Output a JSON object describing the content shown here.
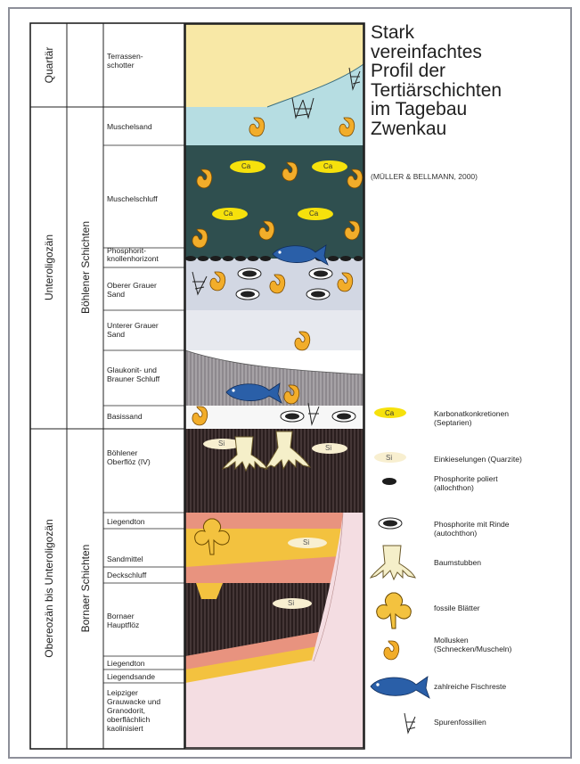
{
  "title_lines": [
    "Stark",
    "vereinfachtes",
    "Profil der",
    "Tertiärschichten",
    "im Tagebau",
    "Zwenkau"
  ],
  "source": "(MÜLLER & BELLMANN, 2000)",
  "epochs": {
    "quartaer": "Quartär",
    "unteroligozaen": "Unteroligozän",
    "obereozaen": "Obereozän bis Unteroligozän"
  },
  "groups": {
    "boehlener": "Böhlener Schichten",
    "bornaer": "Bornaer Schichten"
  },
  "layers": [
    {
      "label": "Terrassen-\nschotter"
    },
    {
      "label": "Muschelsand"
    },
    {
      "label": "Muschelschluff"
    },
    {
      "label": "Phosphorit-\nknollenhorizont"
    },
    {
      "label": "Oberer Grauer\nSand"
    },
    {
      "label": "Unterer Grauer\nSand"
    },
    {
      "label": "Glaukonit- und\nBrauner Schluff"
    },
    {
      "label": "Basissand"
    },
    {
      "label": "Böhlener\nOberflöz (IV)"
    },
    {
      "label": "Liegendton"
    },
    {
      "label": "Sandmittel"
    },
    {
      "label": "Deckschluff"
    },
    {
      "label": "Bornaer\nHauptflöz"
    },
    {
      "label": "Liegendton"
    },
    {
      "label": "Liegendsande"
    },
    {
      "label": "Leipziger\nGrauwacke und\nGranodorit,\noberflächlich\nkaolinisiert"
    }
  ],
  "symbols": {
    "ca": "Ca",
    "si": "Si"
  },
  "legend": [
    {
      "text": "Karbonatkonkretionen\n(Septarien)",
      "icon": "carbonate-concretion-icon"
    },
    {
      "text": "Einkieselungen (Quarzite)",
      "icon": "silicification-icon"
    },
    {
      "text": "Phosphorite poliert\n(allochthon)",
      "icon": "phosphorite-polished-icon"
    },
    {
      "text": "Phosphorite mit Rinde\n(autochthon)",
      "icon": "phosphorite-rind-icon"
    },
    {
      "text": "Baumstubben",
      "icon": "tree-stump-icon"
    },
    {
      "text": "fossile Blätter",
      "icon": "fossil-leaf-icon"
    },
    {
      "text": "Mollusken\n(Schnecken/Muscheln)",
      "icon": "mollusc-icon"
    },
    {
      "text": "zahlreiche Fischreste",
      "icon": "fish-icon"
    },
    {
      "text": "Spurenfossilien",
      "icon": "trace-fossil-icon"
    }
  ],
  "colors": {
    "terrace": "#f8e8a6",
    "water_light": "#b6dde2",
    "dark_teal": "#2f4f4f",
    "grey_sand": "#dde1ea",
    "coal": "#2a1e1e",
    "salmon": "#e8937f",
    "yellow": "#f3c23f",
    "basement": "#f4dde2",
    "fish": "#2a5fa8"
  }
}
